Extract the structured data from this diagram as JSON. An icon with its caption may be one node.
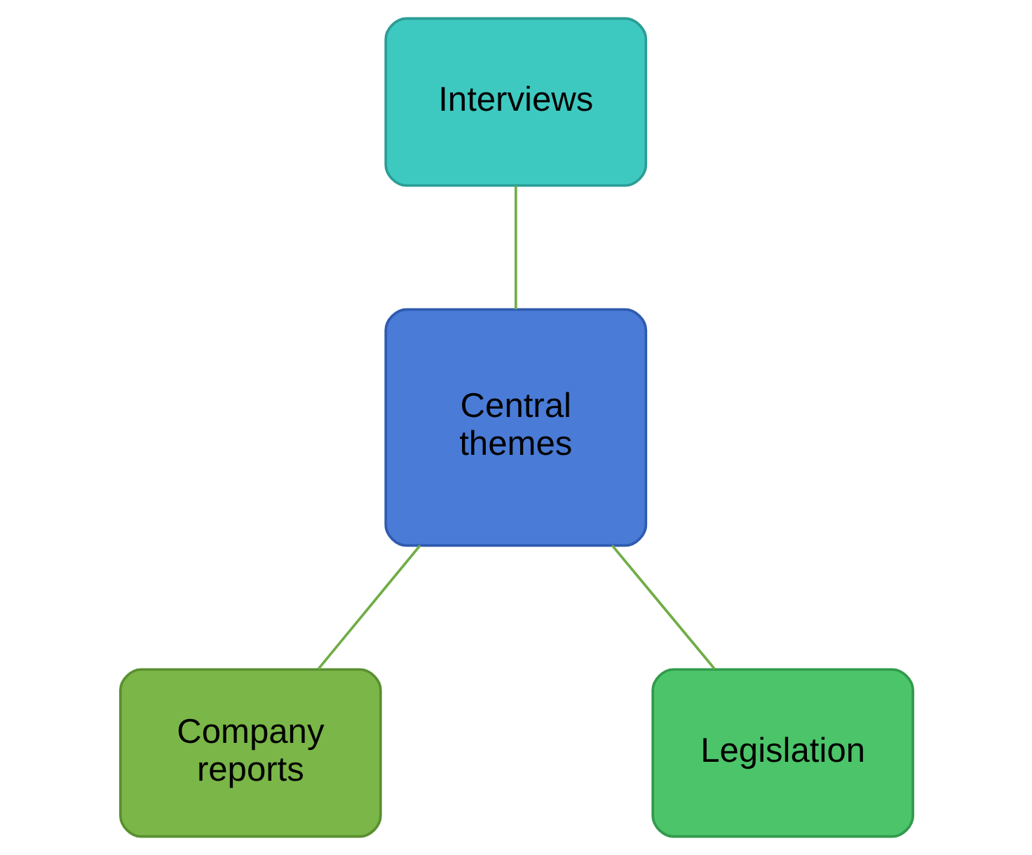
{
  "diagram": {
    "nodes": [
      {
        "text": [
          "Interviews"
        ]
      },
      {
        "text": [
          "Central themes"
        ]
      },
      {
        "text": [
          "Company reports"
        ]
      },
      {
        "text": [
          "Legislation"
        ]
      }
    ],
    "edges": [
      {
        "from": 0,
        "to": 1,
        "arrow": "none"
      },
      {
        "from": 1,
        "to": 2,
        "arrow": "none"
      },
      {
        "from": 1,
        "to": 3,
        "arrow": "none"
      }
    ]
  }
}
